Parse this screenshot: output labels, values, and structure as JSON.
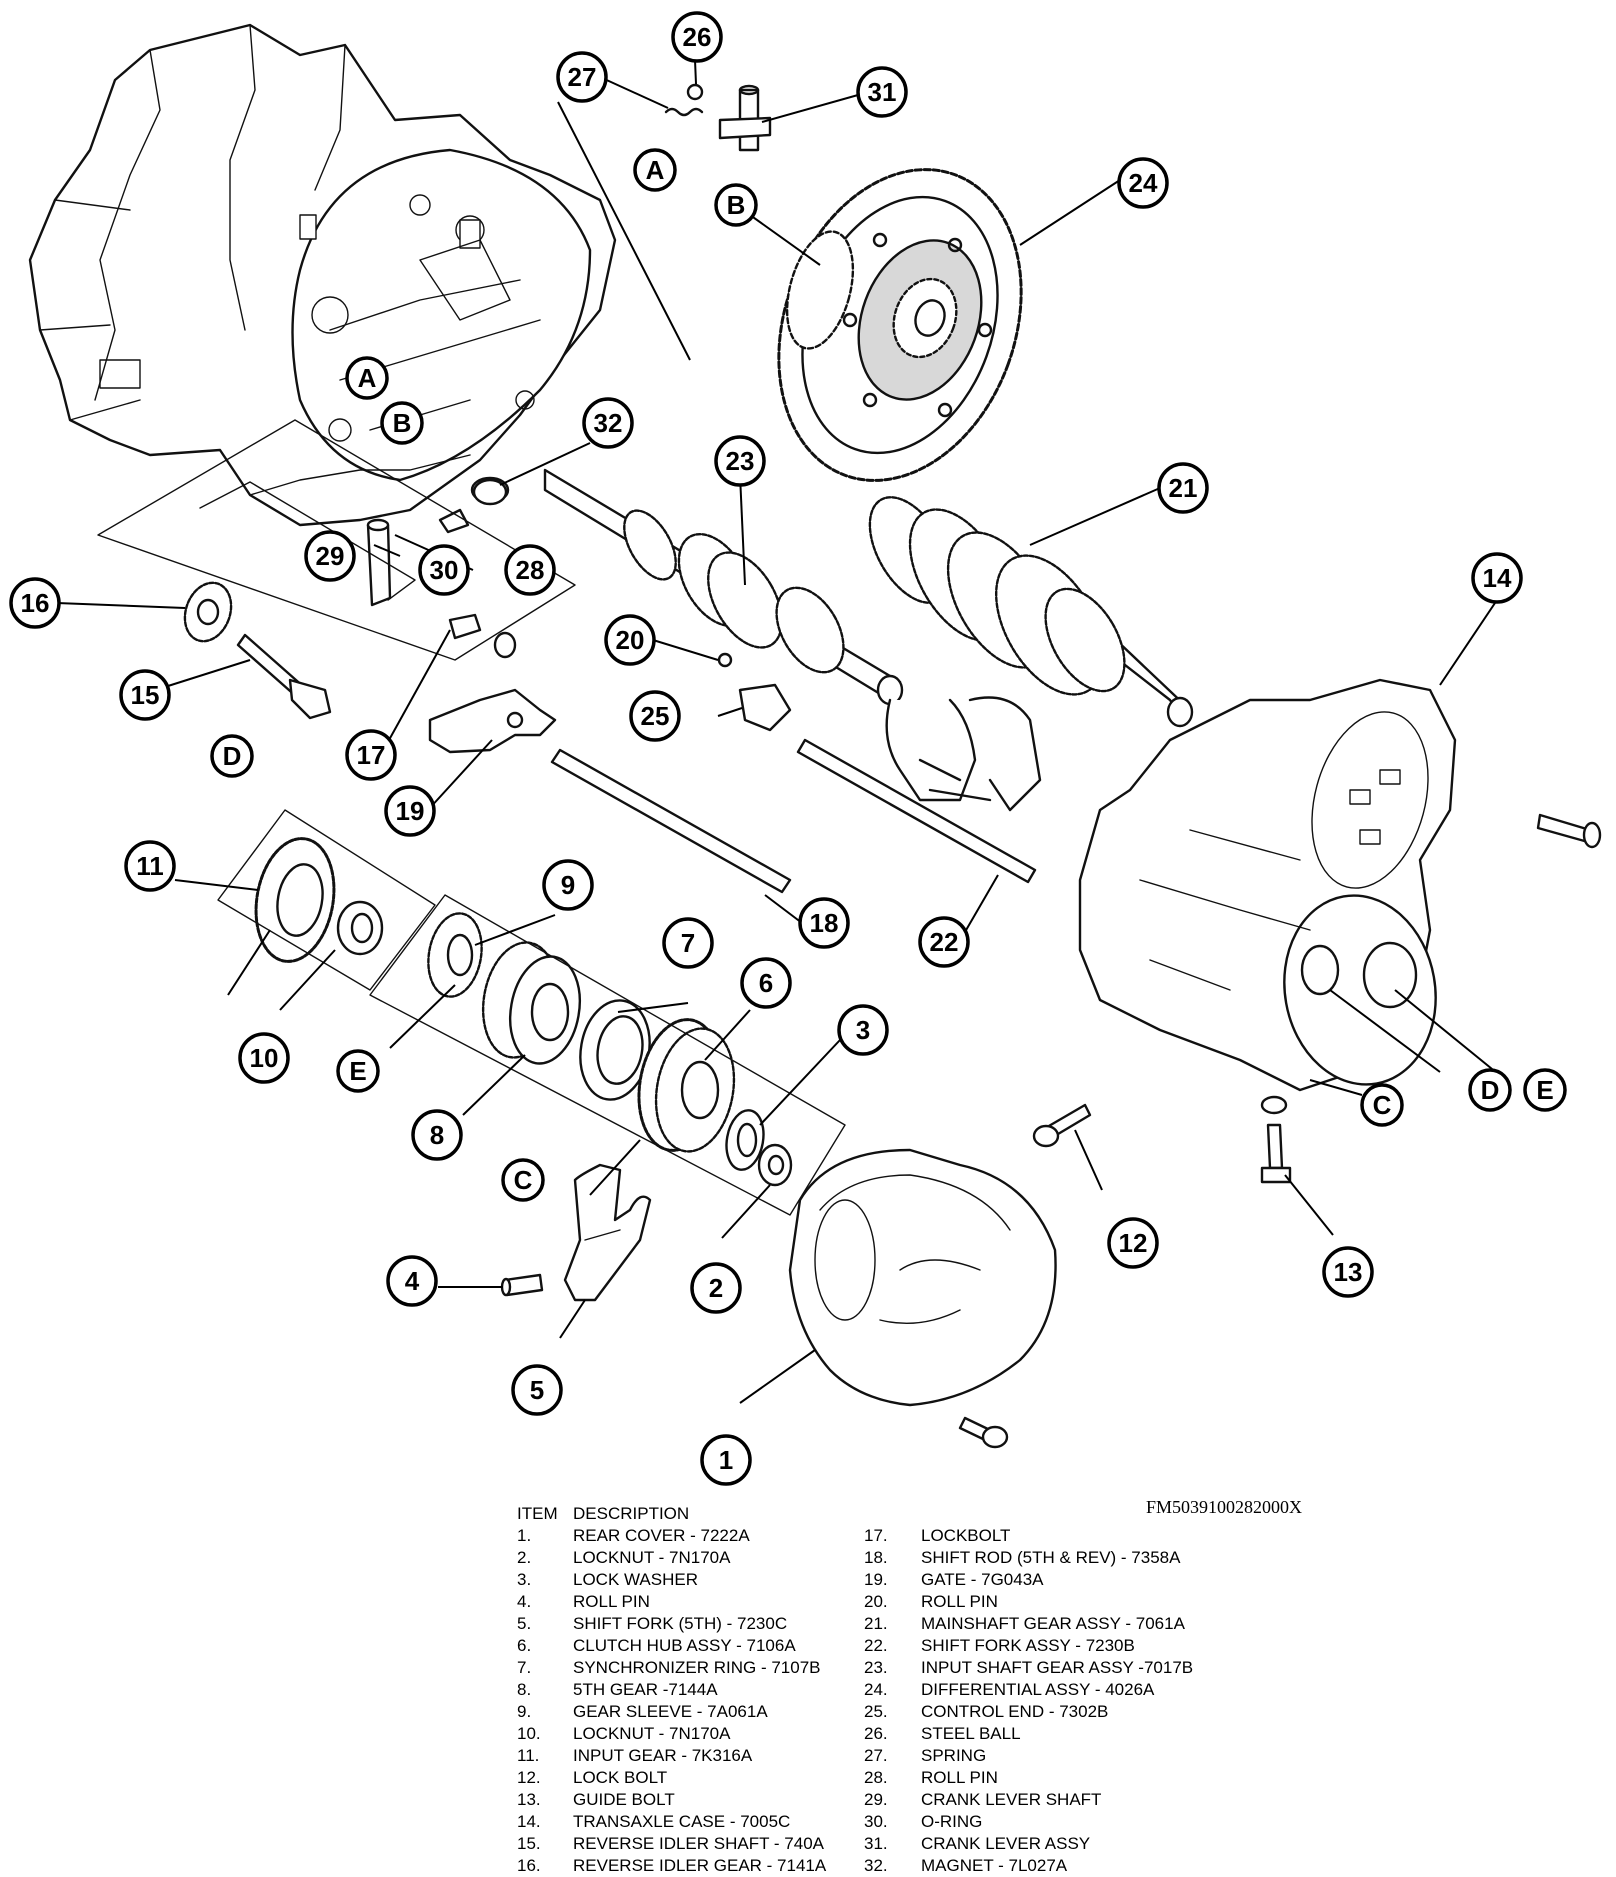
{
  "figure_id": "FM5039100282000X",
  "legend": {
    "header_item": "ITEM",
    "header_desc": "DESCRIPTION",
    "left": [
      {
        "num": "1.",
        "desc": "REAR COVER - 7222A"
      },
      {
        "num": "2.",
        "desc": "LOCKNUT - 7N170A"
      },
      {
        "num": "3.",
        "desc": "LOCK WASHER"
      },
      {
        "num": "4.",
        "desc": "ROLL PIN"
      },
      {
        "num": "5.",
        "desc": "SHIFT FORK (5TH) - 7230C"
      },
      {
        "num": "6.",
        "desc": "CLUTCH HUB ASSY - 7106A"
      },
      {
        "num": "7.",
        "desc": "SYNCHRONIZER RING - 7107B"
      },
      {
        "num": "8.",
        "desc": "5TH GEAR -7144A"
      },
      {
        "num": "9.",
        "desc": "GEAR SLEEVE - 7A061A"
      },
      {
        "num": "10.",
        "desc": "LOCKNUT - 7N170A"
      },
      {
        "num": "11.",
        "desc": "INPUT GEAR - 7K316A"
      },
      {
        "num": "12.",
        "desc": "LOCK BOLT"
      },
      {
        "num": "13.",
        "desc": "GUIDE BOLT"
      },
      {
        "num": "14.",
        "desc": "TRANSAXLE CASE - 7005C"
      },
      {
        "num": "15.",
        "desc": "REVERSE IDLER SHAFT - 740A"
      },
      {
        "num": "16.",
        "desc": "REVERSE IDLER GEAR - 7141A"
      }
    ],
    "right": [
      {
        "num": "17.",
        "desc": "LOCKBOLT"
      },
      {
        "num": "18.",
        "desc": "SHIFT ROD (5TH & REV) - 7358A"
      },
      {
        "num": "19.",
        "desc": "GATE - 7G043A"
      },
      {
        "num": "20.",
        "desc": "ROLL PIN"
      },
      {
        "num": "21.",
        "desc": "MAINSHAFT GEAR ASSY - 7061A"
      },
      {
        "num": "22.",
        "desc": "SHIFT FORK ASSY - 7230B"
      },
      {
        "num": "23.",
        "desc": "INPUT SHAFT GEAR ASSY -7017B"
      },
      {
        "num": "24.",
        "desc": "DIFFERENTIAL ASSY - 4026A"
      },
      {
        "num": "25.",
        "desc": "CONTROL END - 7302B"
      },
      {
        "num": "26.",
        "desc": "STEEL BALL"
      },
      {
        "num": "27.",
        "desc": "SPRING"
      },
      {
        "num": "28.",
        "desc": "ROLL PIN"
      },
      {
        "num": "29.",
        "desc": "CRANK LEVER SHAFT"
      },
      {
        "num": "30.",
        "desc": "O-RING"
      },
      {
        "num": "31.",
        "desc": "CRANK LEVER ASSY"
      },
      {
        "num": "32.",
        "desc": "MAGNET - 7L027A"
      }
    ]
  },
  "callouts": {
    "c1": "1",
    "c2": "2",
    "c3": "3",
    "c4": "4",
    "c5": "5",
    "c6": "6",
    "c7": "7",
    "c8": "8",
    "c9": "9",
    "c10": "10",
    "c11": "11",
    "c12": "12",
    "c13": "13",
    "c14": "14",
    "c15": "15",
    "c16": "16",
    "c17": "17",
    "c18": "18",
    "c19": "19",
    "c20": "20",
    "c21": "21",
    "c22": "22",
    "c23": "23",
    "c24": "24",
    "c25": "25",
    "c26": "26",
    "c27": "27",
    "c28": "28",
    "c29": "29",
    "c30": "30",
    "c31": "31",
    "c32": "32",
    "A_top": "A",
    "B_top": "B",
    "A_case": "A",
    "B_case": "B",
    "C_case": "C",
    "D_case": "D",
    "E_case": "E",
    "C_fork": "C",
    "D_gear": "D",
    "E_sleeve": "E"
  }
}
